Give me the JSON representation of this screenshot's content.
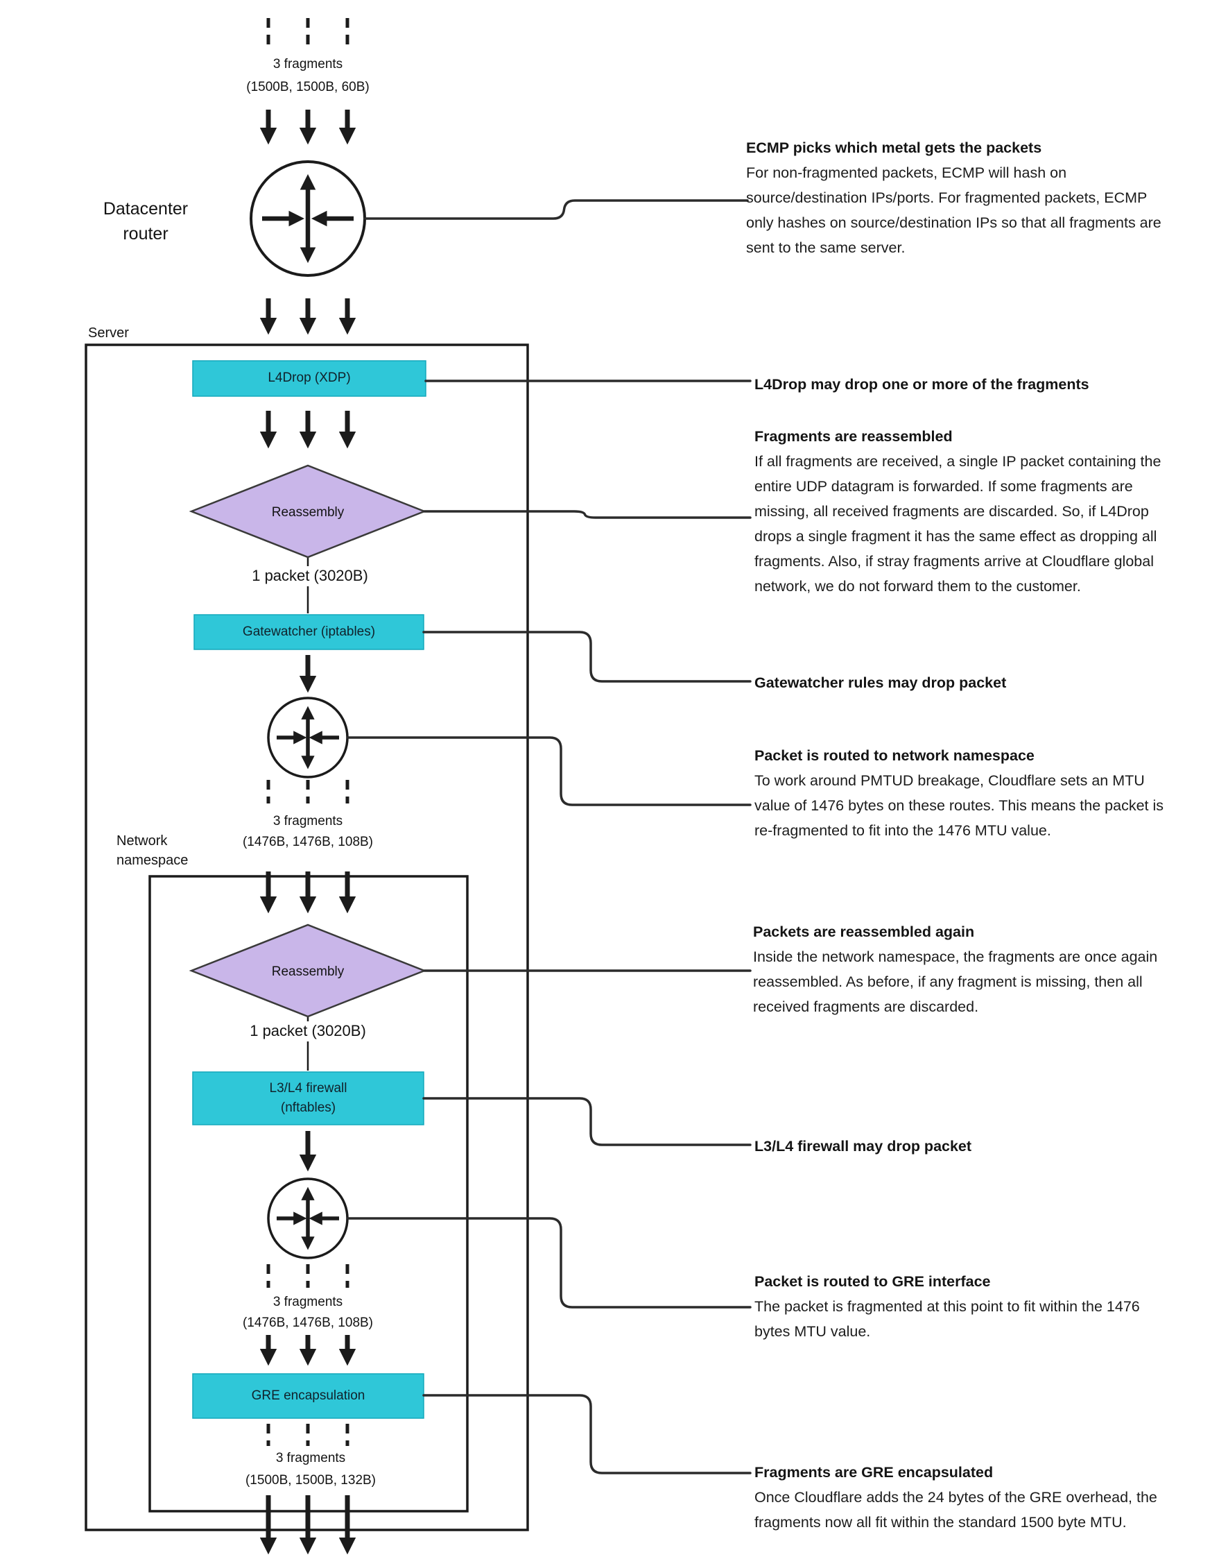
{
  "colors": {
    "box_cyan": "#2fc7d8",
    "diamond_purple": "#c9b6e9",
    "line_black": "#1b1b1b",
    "text": "#131313"
  },
  "diagram": {
    "fragments_top": {
      "label": "3 fragments",
      "sizes": "(1500B, 1500B, 60B)"
    },
    "datacenter_router": "Datacenter router",
    "server": "Server",
    "l4drop": "L4Drop (XDP)",
    "reassembly_1": "Reassembly",
    "packet_1": "1 packet (3020B)",
    "gatewatcher": "Gatewatcher (iptables)",
    "fragments_mid": {
      "label": "3 fragments",
      "sizes": "(1476B, 1476B, 108B)"
    },
    "network_namespace": "Network namespace",
    "reassembly_2": "Reassembly",
    "packet_2": "1 packet (3020B)",
    "firewall_line1": "L3/L4 firewall",
    "firewall_line2": "(nftables)",
    "fragments_gre_in": {
      "label": "3 fragments",
      "sizes": "(1476B, 1476B, 108B)"
    },
    "gre": "GRE encapsulation",
    "fragments_out": {
      "label": "3 fragments",
      "sizes": "(1500B, 1500B, 132B)"
    }
  },
  "annotations": [
    {
      "title": "ECMP picks which metal gets the packets",
      "body": "For non-fragmented packets, ECMP will hash on source/destination IPs/ports. For fragmented packets, ECMP only hashes on source/destination IPs so that all fragments are sent to the same server."
    },
    {
      "title": "L4Drop may drop one or more of the fragments",
      "body": ""
    },
    {
      "title": "Fragments are reassembled",
      "body": "If all fragments are received, a single IP packet containing the entire UDP datagram is forwarded. If some fragments are missing, all received fragments are discarded. So, if L4Drop drops a single fragment it has the same effect as dropping all fragments. Also, if stray fragments arrive at Cloudflare global network, we do not forward them to the customer."
    },
    {
      "title": "Gatewatcher rules may drop packet",
      "body": ""
    },
    {
      "title": "Packet is routed to network namespace",
      "body": "To work around PMTUD breakage, Cloudflare sets an MTU value of 1476 bytes on these routes. This means the packet is re-fragmented to fit into the 1476 MTU value."
    },
    {
      "title": "Packets are reassembled again",
      "body": "Inside the network namespace, the fragments are once again reassembled. As before, if any fragment is missing, then all received fragments are discarded."
    },
    {
      "title": "L3/L4 firewall may drop packet",
      "body": ""
    },
    {
      "title": "Packet is routed to GRE interface",
      "body": "The packet is fragmented at this point to fit within the 1476 bytes MTU value."
    },
    {
      "title": "Fragments are GRE encapsulated",
      "body": "Once Cloudflare adds the 24 bytes of the GRE overhead, the fragments now all fit within the standard 1500 byte MTU."
    }
  ]
}
